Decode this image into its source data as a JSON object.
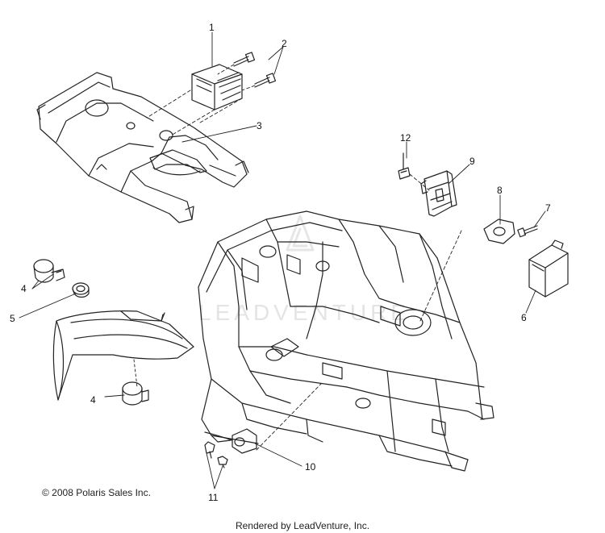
{
  "diagram": {
    "callouts": [
      {
        "id": "1",
        "label": "1"
      },
      {
        "id": "2",
        "label": "2"
      },
      {
        "id": "3",
        "label": "3"
      },
      {
        "id": "4a",
        "label": "4"
      },
      {
        "id": "4b",
        "label": "4"
      },
      {
        "id": "5",
        "label": "5"
      },
      {
        "id": "6",
        "label": "6"
      },
      {
        "id": "7",
        "label": "7"
      },
      {
        "id": "8",
        "label": "8"
      },
      {
        "id": "9",
        "label": "9"
      },
      {
        "id": "10",
        "label": "10"
      },
      {
        "id": "11",
        "label": "11"
      },
      {
        "id": "12",
        "label": "12"
      }
    ],
    "watermark": "LEADVENTURE"
  },
  "footer": {
    "copyright": "© 2008 Polaris Sales Inc.",
    "rendered_by": "Rendered by LeadVenture, Inc."
  }
}
